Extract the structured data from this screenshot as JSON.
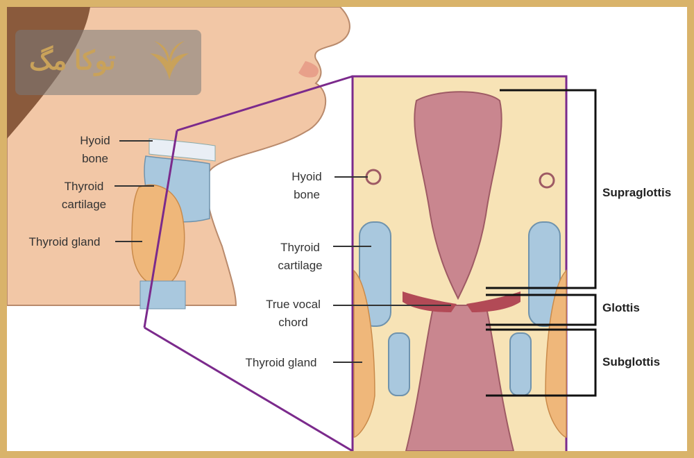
{
  "labels_left": {
    "hyoid": "Hyoid\nbone",
    "thyroid_cartilage": "Thyroid\ncartilage",
    "thyroid_gland": "Thyroid gland"
  },
  "labels_center": {
    "hyoid": "Hyoid\nbone",
    "thyroid_cartilage": "Thyroid\ncartilage",
    "true_vocal_chord": "True vocal\nchord",
    "thyroid_gland": "Thyroid gland"
  },
  "zones": {
    "supraglottis": "Supraglottis",
    "glottis": "Glottis",
    "subglottis": "Subglottis"
  },
  "logo": {
    "text": "توکا مگ",
    "icon": "wings-logo-icon"
  },
  "colors": {
    "frame": "#d9b36a",
    "skin": "#f2c7a6",
    "cartilage": "#a9c8de",
    "gland": "#efb77a",
    "mucosa": "#c9868f",
    "callout": "#7b2a8c"
  }
}
